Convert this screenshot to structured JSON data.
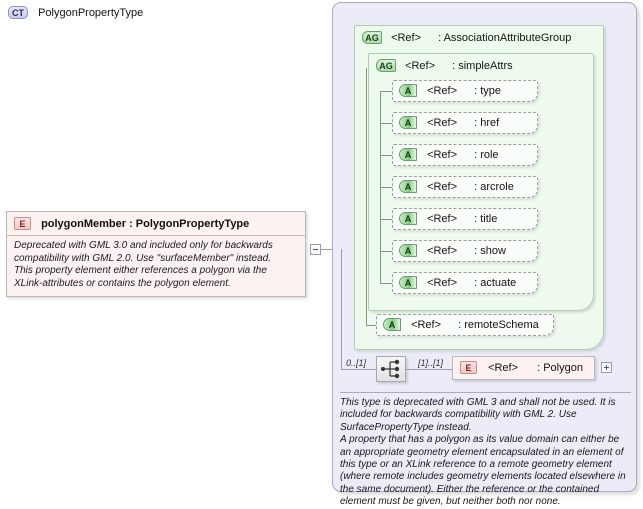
{
  "element_panel": {
    "badge": "E",
    "name": "polygonMember",
    "separator": ":",
    "type": "PolygonPropertyType",
    "title_text": "polygonMember  :  PolygonPropertyType",
    "documentation": [
      "Deprecated with GML 3.0 and included only for backwards compatibility with GML 2.0. Use \"surfaceMember\" instead.",
      "This property element either references a polygon via the XLink-attributes or contains the polygon element."
    ]
  },
  "complex_type": {
    "badge": "CT",
    "name": "PolygonPropertyType",
    "documentation": [
      "This type is deprecated with GML 3 and shall not be used. It is included for backwards compatibility with GML 2. Use SurfacePropertyType instead.",
      "A property that has a polygon as its value domain can either be an appropriate geometry element encapsulated in an element of this type or an XLink reference to a remote geometry element (where remote includes geometry elements located elsewhere in the same document). Either the reference or the contained element must be given, but neither both nor none."
    ]
  },
  "attribute_groups": [
    {
      "badge": "AG",
      "name": "<Ref>",
      "type": ": AssociationAttributeGroup"
    },
    {
      "badge": "AG",
      "name": "<Ref>",
      "type": ": simpleAttrs"
    }
  ],
  "attributes": [
    {
      "badge": "A",
      "name": "<Ref>",
      "type": ": type"
    },
    {
      "badge": "A",
      "name": "<Ref>",
      "type": ": href"
    },
    {
      "badge": "A",
      "name": "<Ref>",
      "type": ": role"
    },
    {
      "badge": "A",
      "name": "<Ref>",
      "type": ": arcrole"
    },
    {
      "badge": "A",
      "name": "<Ref>",
      "type": ": title"
    },
    {
      "badge": "A",
      "name": "<Ref>",
      "type": ": show"
    },
    {
      "badge": "A",
      "name": "<Ref>",
      "type": ": actuate"
    }
  ],
  "remote_schema_attribute": {
    "badge": "A",
    "name": "<Ref>",
    "type": ": remoteSchema"
  },
  "compositor": {
    "kind": "choice",
    "icon": "choice-compositor-icon",
    "cardinality": "0..[1]"
  },
  "polygon_element": {
    "badge": "E",
    "name": "<Ref>",
    "type": ": Polygon",
    "cardinality": "[1]..[1]",
    "expander": "+"
  },
  "colors": {
    "complex_type_fill": "#ececf8",
    "attribute_group_fill": "#eefaee",
    "element_fill": "#fdf2f2",
    "attribute_fill": "#fafefa",
    "wire": "#9a9ab4"
  }
}
